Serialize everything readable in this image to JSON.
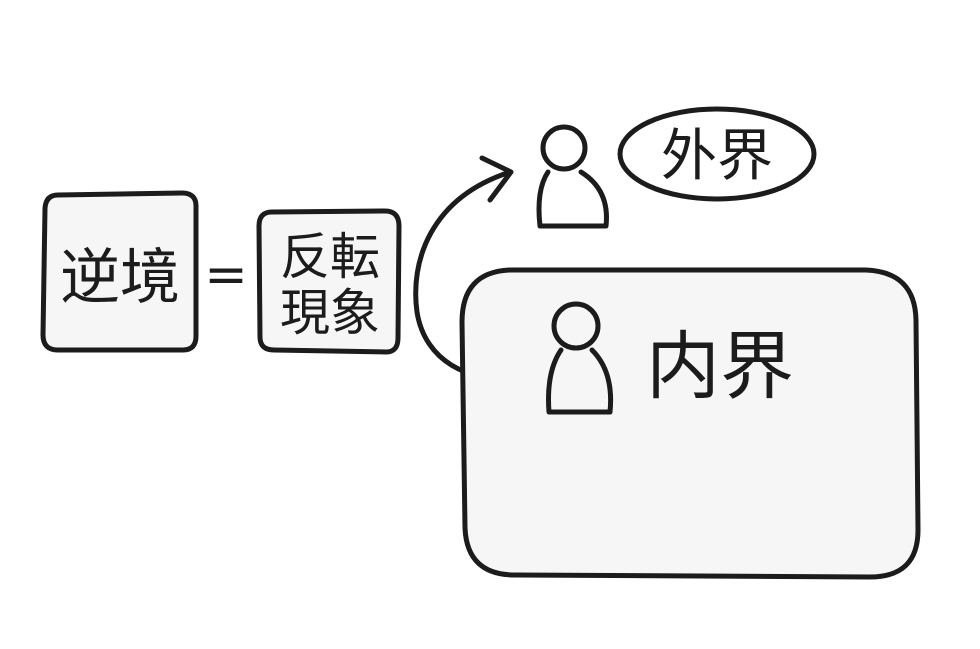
{
  "diagram": {
    "left_box": {
      "text": "逆境"
    },
    "equals": {
      "symbol": "="
    },
    "middle_box": {
      "line1": "反転",
      "line2": "現象"
    },
    "outer_bubble": {
      "text": "外界"
    },
    "inner_box": {
      "text": "内界"
    },
    "colors": {
      "ink": "#1c1c1c",
      "box_fill": "#f6f6f6",
      "paper": "#ffffff"
    }
  }
}
